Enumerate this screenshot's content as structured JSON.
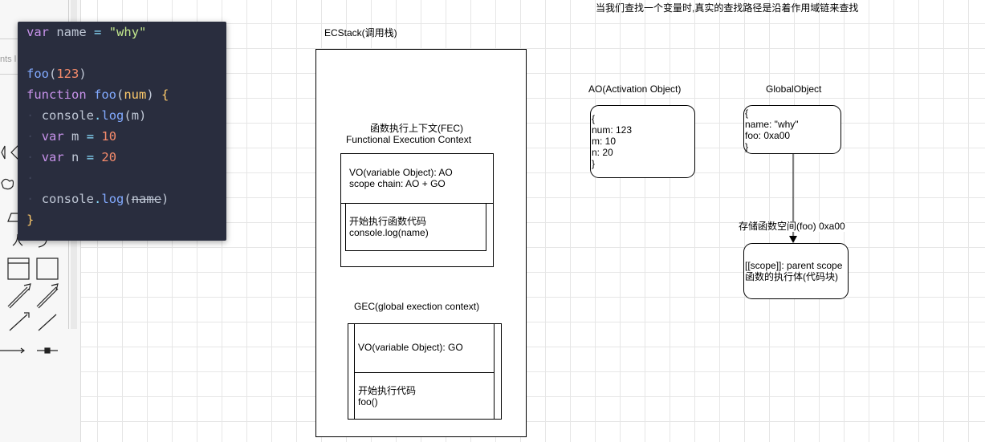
{
  "panel": {
    "ghost_text": "nts l"
  },
  "code": {
    "line1": {
      "kw": "var",
      "name": "name",
      "eq": "=",
      "str": "\"why\""
    },
    "line3": {
      "fn": "foo",
      "open": "(",
      "arg": "123",
      "close": ")"
    },
    "line4": {
      "kw": "function",
      "fn": "foo",
      "open": "(",
      "param": "num",
      "close": ")",
      "brace": "{"
    },
    "line5": {
      "obj": "console",
      "dot": ".",
      "fn": "log",
      "open": "(",
      "arg": "m",
      "close": ")"
    },
    "line6": {
      "kw": "var",
      "name": "m",
      "eq": "=",
      "num": "10"
    },
    "line7": {
      "kw": "var",
      "name": "n",
      "eq": "=",
      "num": "20"
    },
    "line9": {
      "obj": "console",
      "dot": ".",
      "fn": "log",
      "open": "(",
      "arg": "name",
      "close": ")"
    },
    "line10": {
      "brace": "}"
    }
  },
  "diagram": {
    "heading": "当我们查找一个变量时,真实的查找路径是沿着作用域链来查找",
    "ecstack_label": "ECStack(调用栈)",
    "fec_title_cn": "函数执行上下文(FEC)",
    "fec_title_en": "Functional Execution Context",
    "fec_vo": "VO(variable Object): AO",
    "fec_scope": "scope chain: AO + GO",
    "fec_exec_cn": "开始执行函数代码",
    "fec_exec_code": "console.log(name)",
    "gec_title": "GEC(global exection context)",
    "gec_vo": "VO(variable Object): GO",
    "gec_exec_cn": "开始执行代码",
    "gec_exec_code": "foo()",
    "ao_title": "AO(Activation Object)",
    "ao_lines": [
      "{",
      "num: 123",
      "m: 10",
      "n: 20",
      "}"
    ],
    "go_title": "GlobalObject",
    "go_lines": [
      "{",
      "name: \"why\"",
      "foo: 0xa00",
      "}"
    ],
    "func_space_label": "存储函数空间(foo) 0xa00",
    "func_lines": [
      "[[scope]]: parent scope",
      "函数的执行体(代码块)"
    ]
  }
}
